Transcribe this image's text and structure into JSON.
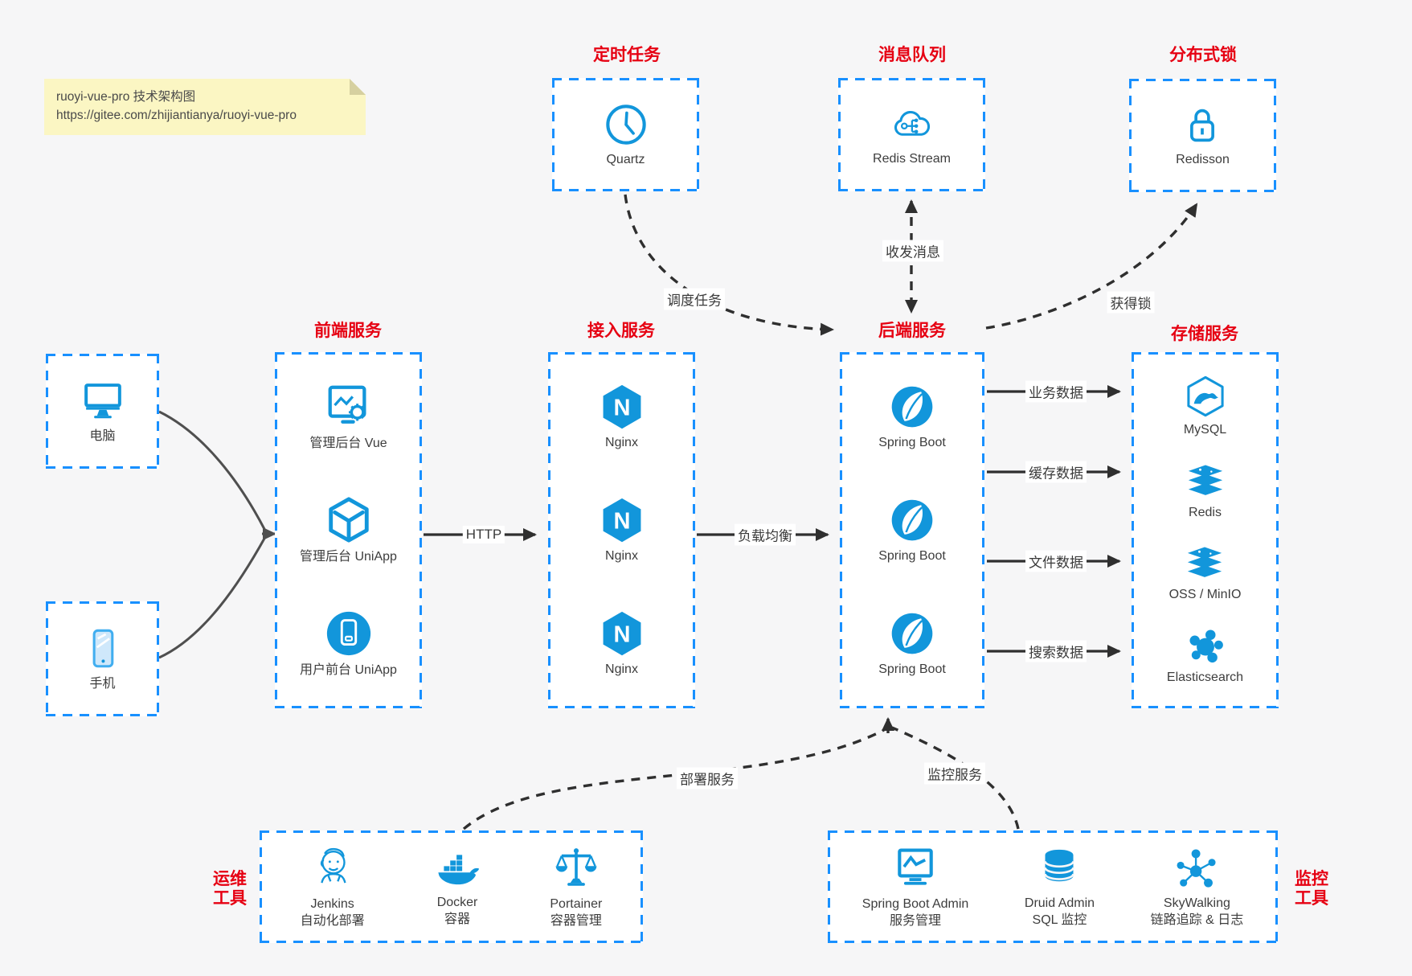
{
  "colors": {
    "blue": "#1890ff",
    "ib": "#1296db",
    "red": "#e60012",
    "note": "#fbf6c3"
  },
  "note": {
    "line1": "ruoyi-vue-pro 技术架构图",
    "line2": "https://gitee.com/zhijiantianya/ruoyi-vue-pro"
  },
  "nginx_letter": "N",
  "groups": {
    "scheduler": {
      "title": "定时任务",
      "items": [
        {
          "label": "Quartz",
          "icon": "clock-icon"
        }
      ]
    },
    "mq": {
      "title": "消息队列",
      "items": [
        {
          "label": "Redis Stream",
          "icon": "cloud-network-icon"
        }
      ]
    },
    "lock": {
      "title": "分布式锁",
      "items": [
        {
          "label": "Redisson",
          "icon": "lock-icon"
        }
      ]
    },
    "clients": {
      "items": [
        {
          "label": "电脑",
          "icon": "computer-icon"
        },
        {
          "label": "手机",
          "icon": "phone-icon"
        }
      ]
    },
    "frontend": {
      "title": "前端服务",
      "items": [
        {
          "label": "管理后台 Vue",
          "icon": "admin-vue-icon"
        },
        {
          "label": "管理后台 UniApp",
          "icon": "uniapp-cube-icon"
        },
        {
          "label": "用户前台 UniApp",
          "icon": "user-app-icon"
        }
      ]
    },
    "gateway": {
      "title": "接入服务",
      "items": [
        {
          "label": "Nginx",
          "icon": "nginx-icon"
        },
        {
          "label": "Nginx",
          "icon": "nginx-icon"
        },
        {
          "label": "Nginx",
          "icon": "nginx-icon"
        }
      ]
    },
    "backend": {
      "title": "后端服务",
      "items": [
        {
          "label": "Spring Boot",
          "icon": "spring-icon"
        },
        {
          "label": "Spring Boot",
          "icon": "spring-icon"
        },
        {
          "label": "Spring Boot",
          "icon": "spring-icon"
        }
      ]
    },
    "storage": {
      "title": "存储服务",
      "items": [
        {
          "label": "MySQL",
          "icon": "mysql-icon"
        },
        {
          "label": "Redis",
          "icon": "redis-stack-icon"
        },
        {
          "label": "OSS / MinIO",
          "icon": "redis-stack-icon"
        },
        {
          "label": "Elasticsearch",
          "icon": "elasticsearch-icon"
        }
      ]
    },
    "ops": {
      "title_line1": "运维",
      "title_line2": "工具",
      "items": [
        {
          "name": "Jenkins",
          "desc": "自动化部署",
          "icon": "jenkins-icon"
        },
        {
          "name": "Docker",
          "desc": "容器",
          "icon": "docker-icon"
        },
        {
          "name": "Portainer",
          "desc": "容器管理",
          "icon": "portainer-icon"
        }
      ]
    },
    "monitor": {
      "title_line1": "监控",
      "title_line2": "工具",
      "items": [
        {
          "name": "Spring Boot Admin",
          "desc": "服务管理",
          "icon": "chart-monitor-icon"
        },
        {
          "name": "Druid Admin",
          "desc": "SQL 监控",
          "icon": "database-icon"
        },
        {
          "name": "SkyWalking",
          "desc": "链路追踪 & 日志",
          "icon": "topology-icon"
        }
      ]
    }
  },
  "edges": {
    "http": "HTTP",
    "lb": "负载均衡",
    "schedule": "调度任务",
    "message": "收发消息",
    "lock": "获得锁",
    "biz": "业务数据",
    "cache": "缓存数据",
    "file": "文件数据",
    "search": "搜索数据",
    "deploy": "部署服务",
    "monitor": "监控服务"
  }
}
